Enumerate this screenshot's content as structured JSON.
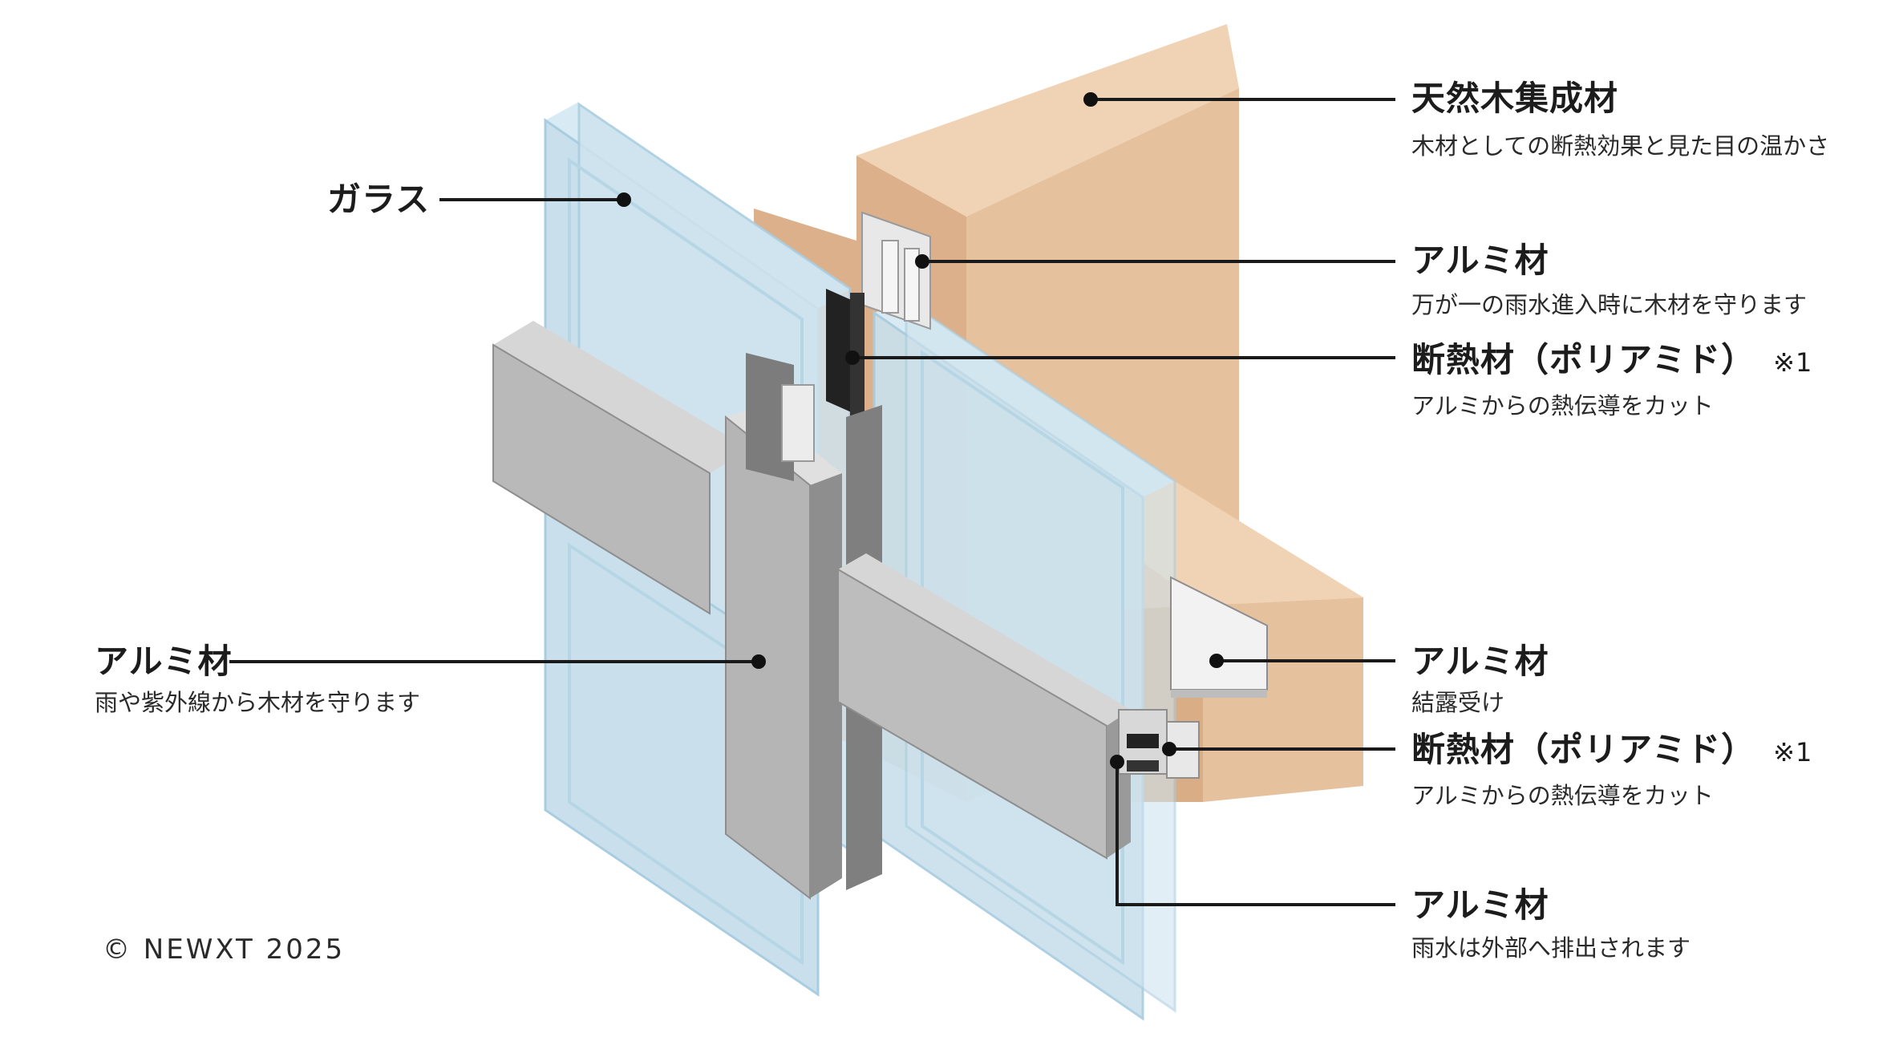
{
  "labels": {
    "natural_wood": {
      "title": "天然木集成材",
      "desc": "木材としての断熱効果と見た目の温かさ"
    },
    "glass": {
      "title": "ガラス"
    },
    "alum_inner": {
      "title": "アルミ材",
      "desc": "万が一の雨水進入時に木材を守ります"
    },
    "thermal_top": {
      "title": "断熱材（ポリアミド）",
      "note": "※1",
      "desc": "アルミからの熱伝導をカット"
    },
    "alum_outer": {
      "title": "アルミ材",
      "desc": "雨や紫外線から木材を守ります"
    },
    "alum_condensation": {
      "title": "アルミ材",
      "desc": "結露受け"
    },
    "thermal_bottom": {
      "title": "断熱材（ポリアミド）",
      "note": "※1",
      "desc": "アルミからの熱伝導をカット"
    },
    "alum_drain": {
      "title": "アルミ材",
      "desc": "雨水は外部へ排出されます"
    }
  },
  "copyright": "©  NEWXT  2025",
  "colors": {
    "wood_front": "#e6c19e",
    "wood_top": "#f0d3b4",
    "wood_side": "#d9ad86",
    "glass": "#c9e0ec",
    "glass_edge": "#a9cde0",
    "aluminum": "#bdbdbd",
    "aluminum_light": "#d6d6d6",
    "aluminum_dark": "#8e8e8e",
    "leader": "#1a1a1a"
  }
}
